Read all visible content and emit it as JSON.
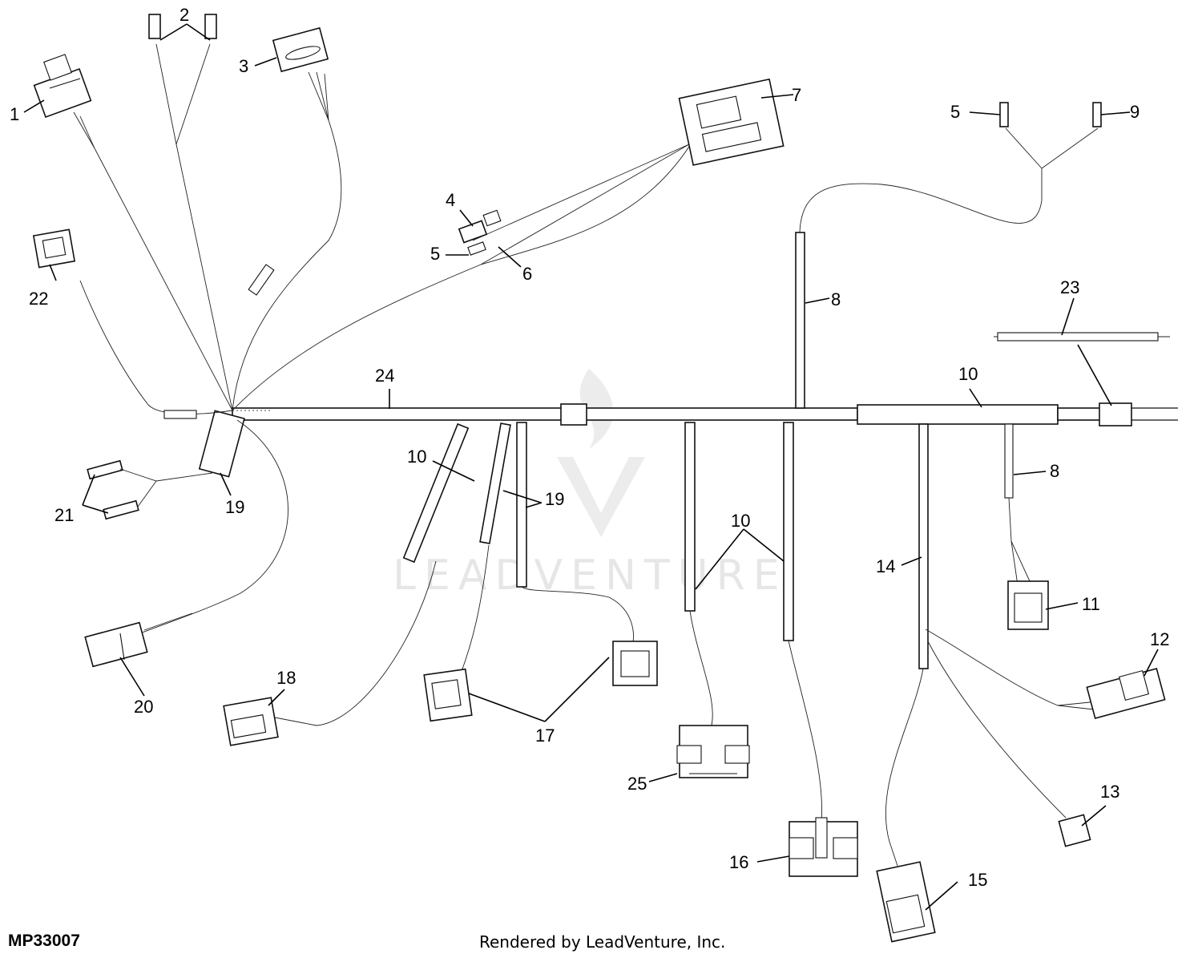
{
  "figure": {
    "id": "MP33007",
    "credit": "Rendered by LeadVenture, Inc.",
    "watermark": "LEADVENTURE"
  },
  "callouts": [
    {
      "key": "c1",
      "text": "1"
    },
    {
      "key": "c2",
      "text": "2"
    },
    {
      "key": "c3",
      "text": "3"
    },
    {
      "key": "c4",
      "text": "4"
    },
    {
      "key": "c5a",
      "text": "5"
    },
    {
      "key": "c5b",
      "text": "5"
    },
    {
      "key": "c6",
      "text": "6"
    },
    {
      "key": "c7",
      "text": "7"
    },
    {
      "key": "c8a",
      "text": "8"
    },
    {
      "key": "c8b",
      "text": "8"
    },
    {
      "key": "c9",
      "text": "9"
    },
    {
      "key": "c10a",
      "text": "10"
    },
    {
      "key": "c10b",
      "text": "10"
    },
    {
      "key": "c10c",
      "text": "10"
    },
    {
      "key": "c11",
      "text": "11"
    },
    {
      "key": "c12",
      "text": "12"
    },
    {
      "key": "c13",
      "text": "13"
    },
    {
      "key": "c14",
      "text": "14"
    },
    {
      "key": "c15",
      "text": "15"
    },
    {
      "key": "c16",
      "text": "16"
    },
    {
      "key": "c17",
      "text": "17"
    },
    {
      "key": "c18",
      "text": "18"
    },
    {
      "key": "c19a",
      "text": "19"
    },
    {
      "key": "c19b",
      "text": "19"
    },
    {
      "key": "c20",
      "text": "20"
    },
    {
      "key": "c21",
      "text": "21"
    },
    {
      "key": "c22",
      "text": "22"
    },
    {
      "key": "c23",
      "text": "23"
    },
    {
      "key": "c24",
      "text": "24"
    },
    {
      "key": "c25",
      "text": "25"
    }
  ],
  "colors": {
    "line": "#111111",
    "watermark": "#e6e6e6",
    "background": "#ffffff"
  }
}
